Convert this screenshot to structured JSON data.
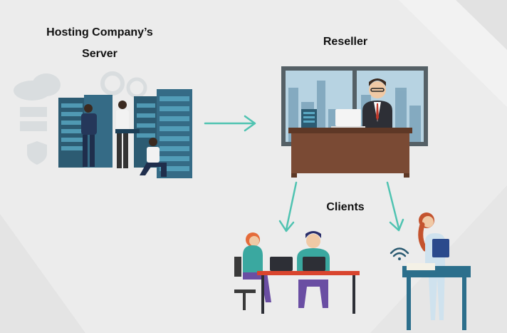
{
  "labels": {
    "hosting_line1": "Hosting Company’s",
    "hosting_line2": "Server",
    "reseller": "Reseller",
    "clients": "Clients"
  },
  "colors": {
    "background": "#ececec",
    "arrow": "#4fc3b1",
    "server_rack": "#2c5b72",
    "desk": "#7a4a34",
    "teal": "#3aa8a0",
    "purple": "#6a4ea3",
    "red_table": "#d9452e"
  },
  "icons": [
    "cloud-icon",
    "gear-icon",
    "shield-icon",
    "wifi-icon",
    "laptop-icon"
  ]
}
